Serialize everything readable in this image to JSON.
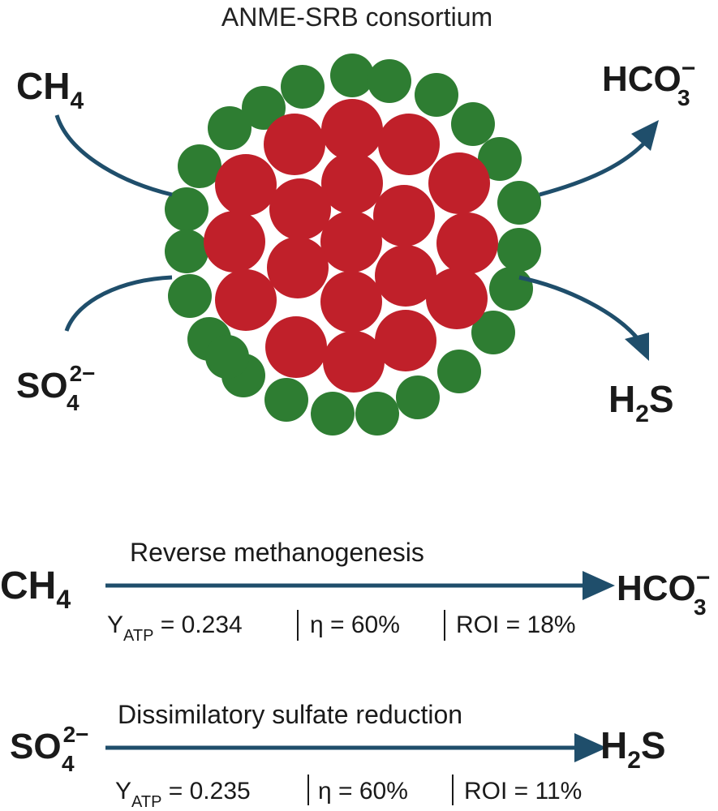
{
  "title": "ANME-SRB consortium",
  "species": {
    "ch4": {
      "base": "CH",
      "sub": "4"
    },
    "so4": {
      "base": "SO",
      "sub": "4",
      "sup": "2−"
    },
    "hco3": {
      "base": "HCO",
      "sub": "3",
      "sup": "−"
    },
    "h2s": {
      "base1": "H",
      "sub": "2",
      "base2": "S"
    }
  },
  "reactions": [
    {
      "name": "Reverse methanogenesis",
      "y_label": "Y",
      "y_sub": "ATP",
      "y_value": " = 0.234",
      "eta": "η = 60%",
      "roi": "ROI = 18%"
    },
    {
      "name": "Dissimilatory sulfate reduction",
      "y_label": "Y",
      "y_sub": "ATP",
      "y_value": " = 0.235",
      "eta": "η = 60%",
      "roi": "ROI = 11%"
    }
  ],
  "colors": {
    "anme": "#c0202a",
    "srb": "#2e7d32",
    "arrow": "#1f4e6b"
  }
}
